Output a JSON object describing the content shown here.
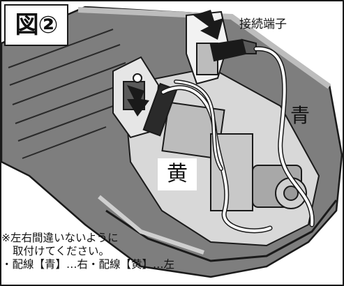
{
  "figure": {
    "label": "図②",
    "callouts": {
      "terminal": "接続端子",
      "blue": "青",
      "yellow": "黄"
    },
    "note": {
      "line1": "※左右間違いないように",
      "line2": "取付けてください。",
      "line3": "・配線【青】…右・配線【黄】…左"
    }
  }
}
